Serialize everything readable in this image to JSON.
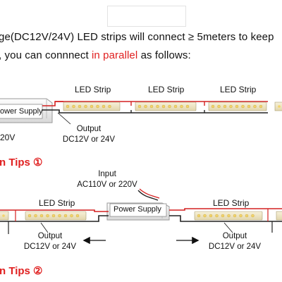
{
  "header": {
    "line1": "ge(DC12V/24V) LED strips will connect ≥ 5meters to keep",
    "line2_before": ", you can connnect ",
    "line2_accent": "in parallel",
    "line2_after": " as follows:"
  },
  "diagram1": {
    "psu_label": "ower Supply",
    "psu_voltage": "20V",
    "strip_labels": [
      "LED Strip",
      "LED Strip",
      "LED Strip"
    ],
    "output_line1": "Output",
    "output_line2": "DC12V or 24V"
  },
  "tip1": "n Tips ①",
  "diagram2": {
    "input_line1": "Input",
    "input_line2": "AC110V or 220V",
    "psu_label": "Power Supply",
    "strip_labels": [
      "LED Strip",
      "LED Strip"
    ],
    "output_left_line1": "Output",
    "output_left_line2": "DC12V or 24V",
    "output_right_line1": "Output",
    "output_right_line2": "DC12V or 24V"
  },
  "tip2": "n Tips ②",
  "colors": {
    "accent": "#e02020",
    "wire_red": "#d42020",
    "wire_black": "#222222",
    "strip_base": "#efe7c8",
    "led": "#f3d46a"
  }
}
